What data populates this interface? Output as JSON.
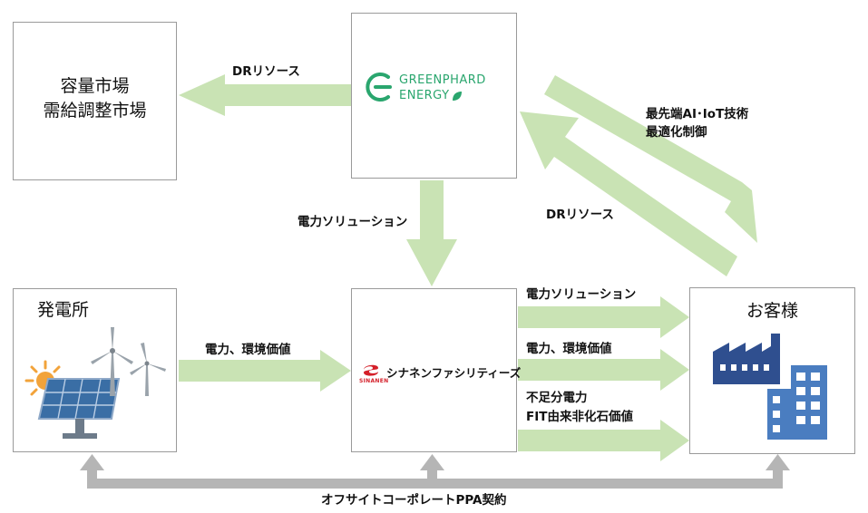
{
  "boxes": {
    "market": {
      "line1": "容量市場",
      "line2": "需給調整市場"
    },
    "gre": {
      "logo_line1": "GREENPHARD",
      "logo_line2": "ENERGY"
    },
    "plant": {
      "title": "発電所"
    },
    "sinanen": {
      "logo_text": "シナネンファシリティーズ",
      "logo_sub": "SINANEN"
    },
    "customer": {
      "title": "お客様"
    }
  },
  "arrows": {
    "gre_to_market": "DRリソース",
    "gre_to_sinanen": "電力ソリューション",
    "gre_to_customer_line1": "最先端AI･IoT技術",
    "gre_to_customer_line2": "最適化制御",
    "customer_to_gre": "DRリソース",
    "plant_to_sinanen": "電力、環境価値",
    "sinanen_to_customer_1": "電力ソリューション",
    "sinanen_to_customer_2": "電力、環境価値",
    "sinanen_to_customer_3_line1": "不足分電力",
    "sinanen_to_customer_3_line2": "FIT由来非化石価値",
    "bottom_contract": "オフサイトコーポレートPPA契約"
  },
  "colors": {
    "arrow_green": "#c9e3b4",
    "arrow_gray": "#b5b5b5",
    "logo_green": "#2aa66e",
    "sinanen_red": "#d41f29",
    "factory_blue": "#2f4f8f",
    "building_blue": "#4a7dc0",
    "solar_blue": "#3a6ea5",
    "sun_orange": "#f2a33a"
  },
  "icons": [
    "gre-logo-icon",
    "sinanen-logo-icon",
    "solar-panel-icon",
    "sun-icon",
    "wind-turbine-icon",
    "factory-icon",
    "office-building-icon"
  ]
}
